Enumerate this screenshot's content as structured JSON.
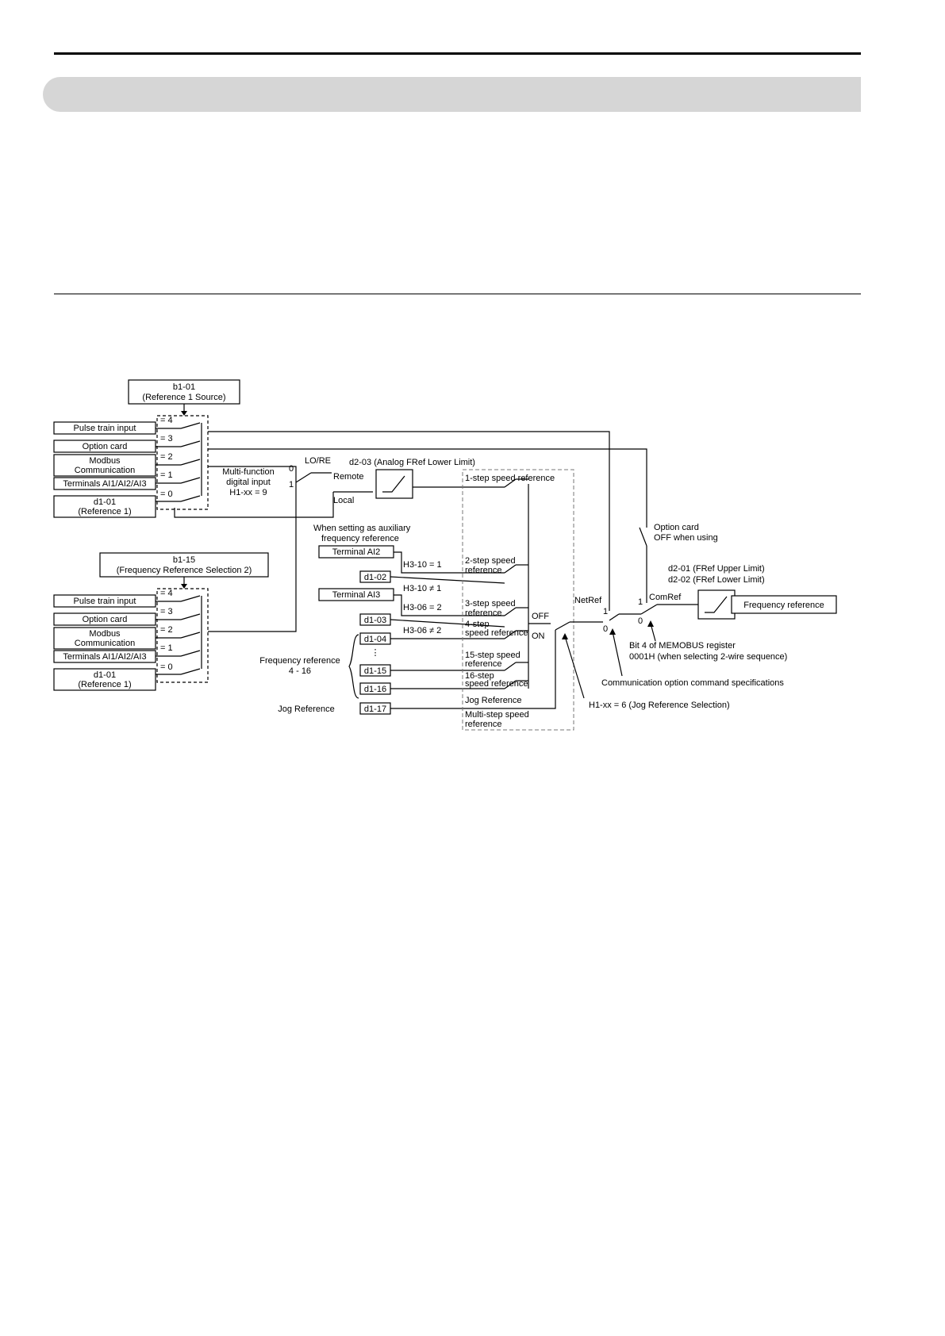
{
  "b101_box": {
    "line1": "b1-01",
    "line2": "(Reference 1 Source)"
  },
  "b115_box": {
    "line1": "b1-15",
    "line2": "(Frequency Reference Selection 2)"
  },
  "inputs1": [
    {
      "label": "Pulse train input",
      "eq": "= 4"
    },
    {
      "label": "Option card",
      "eq": "= 3"
    },
    {
      "label1": "Modbus",
      "label2": "Communication",
      "eq": "= 2"
    },
    {
      "label": "Terminals AI1/AI2/AI3",
      "eq": "= 1"
    },
    {
      "label1": "d1-01",
      "label2": "(Reference 1)",
      "eq": "= 0"
    }
  ],
  "inputs2": [
    {
      "label": "Pulse train input",
      "eq": "= 4"
    },
    {
      "label": "Option card",
      "eq": "= 3"
    },
    {
      "label1": "Modbus",
      "label2": "Communication",
      "eq": "= 2"
    },
    {
      "label": "Terminals AI1/AI2/AI3",
      "eq": "= 1"
    },
    {
      "label1": "d1-01",
      "label2": "(Reference 1)",
      "eq": "= 0"
    }
  ],
  "mfdi": {
    "line1": "Multi-function",
    "line2": "digital input",
    "line3": "H1-xx = 9"
  },
  "lore": {
    "title": "LO/RE",
    "zero": "0",
    "one": "1",
    "remote": "Remote",
    "local": "Local"
  },
  "d203": "d2-03 (Analog FRef Lower Limit)",
  "aux": {
    "line1": "When setting as auxiliary",
    "line2": "frequency reference"
  },
  "terminal_ai2": "Terminal AI2",
  "terminal_ai3": "Terminal AI3",
  "h310_eq": "H3-10 = 1",
  "h310_ne": "H3-10 ≠ 1",
  "h306_eq": "H3-06 = 2",
  "h306_ne": "H3-06 ≠ 2",
  "params": {
    "d102": "d1-02",
    "d103": "d1-03",
    "d104": "d1-04",
    "d115": "d1-15",
    "d116": "d1-16",
    "d117": "d1-17"
  },
  "freq_ref_group": {
    "line1": "Frequency reference",
    "line2": "4 - 16"
  },
  "jog_reference": "Jog Reference",
  "steps": {
    "s1": "1-step speed reference",
    "s2a": "2-step speed",
    "s2b": "reference",
    "s3a": "3-step speed",
    "s3b": "reference",
    "s4a": "4-step",
    "s4b": "speed reference",
    "s15a": "15-step speed",
    "s15b": "reference",
    "s16a": "16-step",
    "s16b": "speed reference",
    "jog": "Jog Reference",
    "msa": "Multi-step speed",
    "msb": "reference"
  },
  "off": "OFF",
  "on": "ON",
  "netref": {
    "title": "NetRef",
    "one": "1",
    "zero": "0"
  },
  "option_off": {
    "line1": "Option card",
    "line2": "OFF when using"
  },
  "comref": {
    "title": "ComRef",
    "one": "1",
    "zero": "0"
  },
  "d201": "d2-01 (FRef Upper Limit)",
  "d202": "d2-02 (FRef Lower Limit)",
  "freq_out": "Frequency reference",
  "bit4": {
    "line1": "Bit 4 of MEMOBUS register",
    "line2": "0001H (when selecting 2-wire sequence)"
  },
  "comm_spec": "Communication option command specifications",
  "h1_jog": "H1-xx = 6 (Jog Reference Selection)"
}
